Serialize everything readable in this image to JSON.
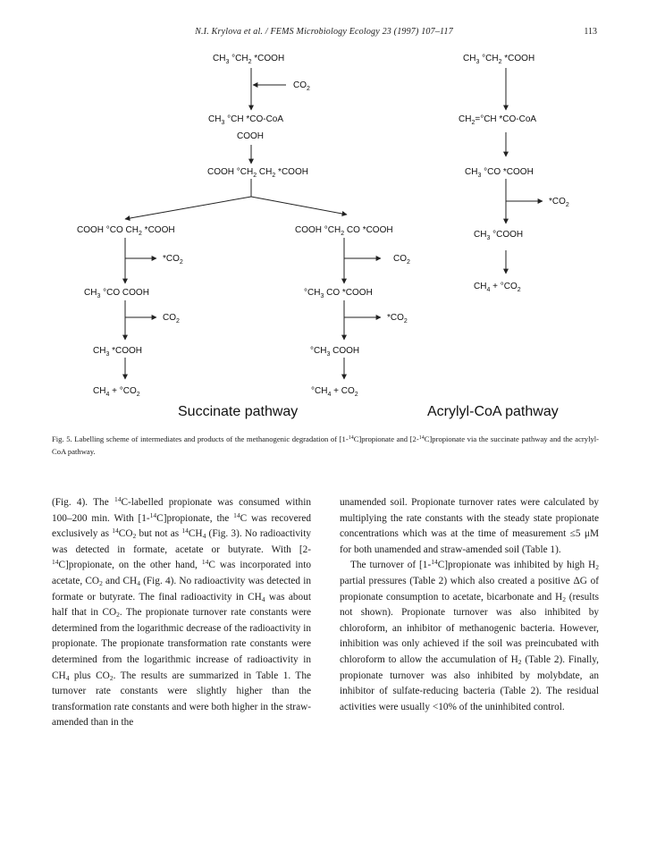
{
  "header": {
    "journal": "N.I. Krylova et al. / FEMS Microbiology Ecology 23 (1997) 107–117",
    "page_number": "113"
  },
  "figure": {
    "succinate": {
      "s1": [
        "CH",
        "3",
        " °CH",
        "2",
        " *COOH"
      ],
      "co2_in": [
        "CO",
        "2"
      ],
      "s2": [
        "CH",
        "3",
        " °CH *CO-CoA"
      ],
      "s2b": [
        "COOH"
      ],
      "s3": [
        "COOH °CH",
        "2",
        " CH",
        "2",
        " *COOH"
      ],
      "left1": [
        "COOH °CO CH",
        "2",
        " *COOH"
      ],
      "left_out1": [
        "*CO",
        "2"
      ],
      "left2": [
        "CH",
        "3",
        " °CO COOH"
      ],
      "left_out2": [
        "CO",
        "2"
      ],
      "left3": [
        "CH",
        "3",
        " *COOH"
      ],
      "left4": [
        "CH",
        "4",
        " + °CO",
        "2"
      ],
      "right1": [
        "COOH °CH",
        "2",
        " CO *COOH"
      ],
      "right_out1": [
        "CO",
        "2"
      ],
      "right2": [
        "°CH",
        "3",
        " CO *COOH"
      ],
      "right_out2": [
        "*CO",
        "2"
      ],
      "right3": [
        "°CH",
        "3",
        " COOH"
      ],
      "right4": [
        "°CH",
        "4",
        " + CO",
        "2"
      ],
      "name": "Succinate pathway"
    },
    "acrylyl": {
      "a1": [
        "CH",
        "3",
        " °CH",
        "2",
        " *COOH"
      ],
      "a2": [
        "CH",
        "2",
        "=°CH *CO-CoA"
      ],
      "a3": [
        "CH",
        "3",
        " °CO *COOH"
      ],
      "a_out": [
        "*CO",
        "2"
      ],
      "a4": [
        "CH",
        "3",
        " °COOH"
      ],
      "a5": [
        "CH",
        "4",
        " + °CO",
        "2"
      ],
      "name": "Acrylyl-CoA pathway"
    }
  },
  "caption": [
    "Fig. 5. Labelling scheme of intermediates and products of the methanogenic degradation of [1-",
    "14",
    "C]propionate and [2-",
    "14",
    "C]propionate via the succinate pathway and the acrylyl-CoA pathway."
  ],
  "left_column": [
    [
      "(Fig. 4). The ",
      "14",
      "C-labelled propionate was consumed within 100–200 min. With [1-",
      "14",
      "C]propionate, the ",
      "14",
      "C was recovered exclusively as ",
      "14",
      "CO",
      "2",
      " but not as ",
      "14",
      "CH",
      "4",
      " (Fig. 3). No radioactivity was detected in formate, acetate or butyrate. With [2-",
      "14",
      "C]propionate, on the other hand, ",
      "14",
      "C was incorporated into acetate, CO",
      "2",
      " and CH",
      "4",
      " (Fig. 4). No radioactivity was detected in formate or butyrate. The final radioactivity in CH",
      "4",
      " was about half that in CO",
      "2",
      ". The propionate turnover rate constants were determined from the logarithmic decrease of the radioactivity in propionate. The propionate transformation rate constants were determined from the logarithmic increase of radioactivity in CH",
      "4",
      " plus CO",
      "2",
      ". The results are summarized in Table 1. The turnover rate constants were slightly higher than the transformation rate constants and were both higher in the straw-amended than in the"
    ]
  ],
  "right_column": [
    [
      "unamended soil. Propionate turnover rates were calculated by multiplying the rate constants with the steady state propionate concentrations which was at the time of measurement ≤5 μM for both unamended and straw-amended soil (Table 1)."
    ],
    [
      "The turnover of [1-",
      "14",
      "C]propionate was inhibited by high H",
      "2",
      " partial pressures (Table 2) which also created a positive ΔG of propionate consumption to acetate, bicarbonate and H",
      "2",
      " (results not shown). Propionate turnover was also inhibited by chloroform, an inhibitor of methanogenic bacteria. However, inhibition was only achieved if the soil was preincubated with chloroform to allow the accumulation of H",
      "2",
      " (Table 2). Finally, propionate turnover was also inhibited by molybdate, an inhibitor of sulfate-reducing bacteria (Table 2). The residual activities were usually <10% of the uninhibited control."
    ]
  ],
  "text_runs": {
    "left_column.0": [
      "n",
      "sup",
      "n",
      "sup",
      "n",
      "sup",
      "n",
      "sup",
      "n",
      "sub",
      "n",
      "sup",
      "n",
      "sub",
      "n",
      "sup",
      "n",
      "sup",
      "n",
      "sub",
      "n",
      "sub",
      "n",
      "sub",
      "n",
      "sub",
      "n",
      "sub",
      "n",
      "sub",
      "n"
    ],
    "right_column.0": [
      "n"
    ],
    "right_column.1": [
      "n",
      "sup",
      "n",
      "sub",
      "n",
      "sub",
      "n",
      "sub",
      "n"
    ],
    "caption": [
      "n",
      "sup",
      "n",
      "sup",
      "n"
    ]
  }
}
